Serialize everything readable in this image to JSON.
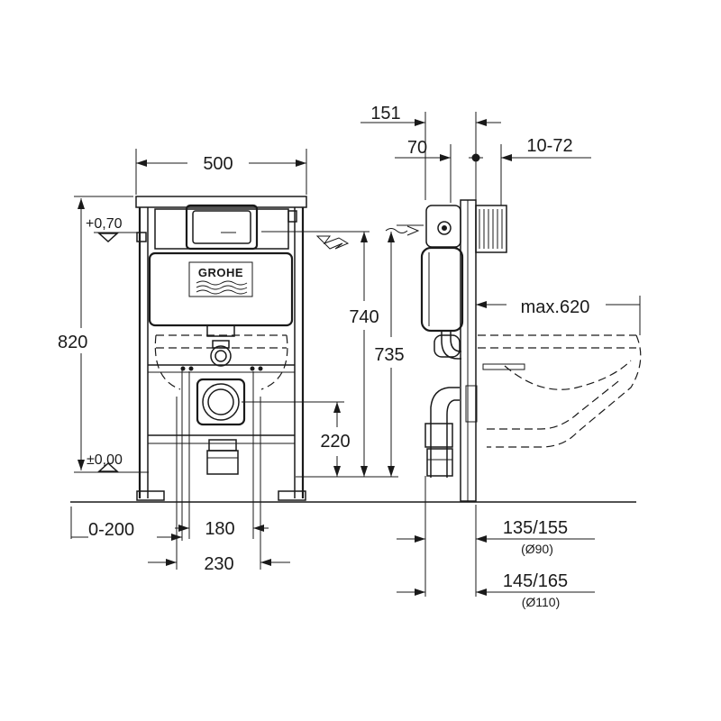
{
  "dimensions": {
    "width": "500",
    "height_total": "820",
    "height_flush": "740",
    "height_flush_alt": "735",
    "height_outlet": "220",
    "offset_range": "0-200",
    "outlet_spacing": "180",
    "pipe_spacing": "230",
    "level_top": "+0,70",
    "level_zero": "±0,00",
    "depth_total": "151",
    "depth_frame": "70",
    "wall_distance": "10-72",
    "bowl_max": "max.620",
    "pipe_90_depth": "135/155",
    "pipe_90_dia": "(Ø90)",
    "pipe_110_depth": "145/165",
    "pipe_110_dia": "(Ø110)"
  },
  "logo": {
    "brand": "GROHE"
  },
  "colors": {
    "ink": "#1a1a1a",
    "paper": "#ffffff"
  }
}
